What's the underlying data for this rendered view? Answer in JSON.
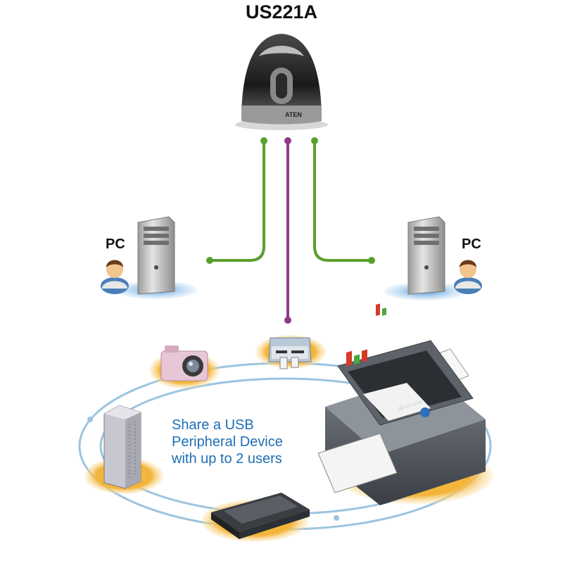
{
  "title": "US221A",
  "device": {
    "brand_text": "ATEN"
  },
  "pcs": [
    {
      "label": "PC",
      "side": "left"
    },
    {
      "label": "PC",
      "side": "right"
    }
  ],
  "tagline": [
    "Share a USB",
    "Peripheral Device",
    "with up to 2 users"
  ],
  "peripherals": [
    "camera",
    "card-reader",
    "external-drive",
    "scanner",
    "printer"
  ],
  "printer_label": "all-in-one",
  "colors": {
    "pc_link": "#5aa02c",
    "peripheral_link": "#8e3a8c",
    "ring": "#9cc4e0",
    "pad": "#f3b338",
    "text_blue": "#1f6fb5"
  }
}
